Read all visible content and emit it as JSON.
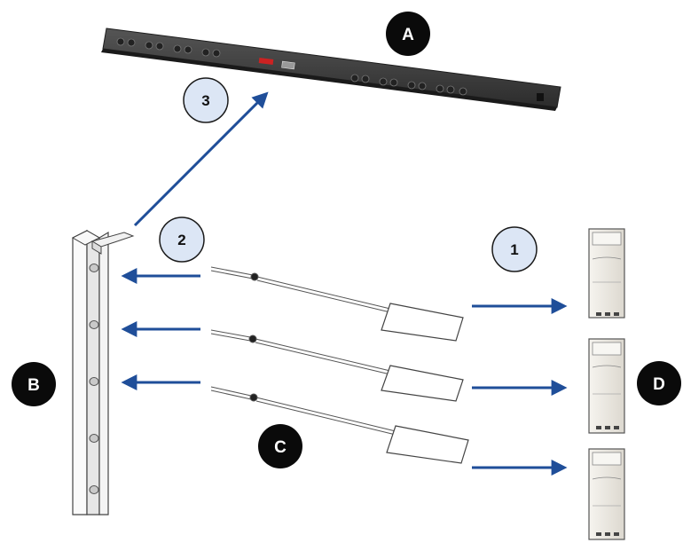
{
  "callouts": {
    "A": "A",
    "B": "B",
    "C": "C",
    "D": "D"
  },
  "steps": {
    "s1": "1",
    "s2": "2",
    "s3": "3"
  },
  "colors": {
    "arrow": "#1f4e99",
    "callout_black": "#0a0a0a",
    "step_fill": "#dce6f5",
    "pdu_body": "#3a3a3a",
    "pdu_display": "#cc2222",
    "rack_rail": "#f2f2f2",
    "server": "#ece9e2"
  },
  "icons": {
    "pdu": "rack-pdu-icon",
    "rail": "rack-rail-icon",
    "sensor": "sensor-probe-icon",
    "server": "server-tower-icon"
  }
}
